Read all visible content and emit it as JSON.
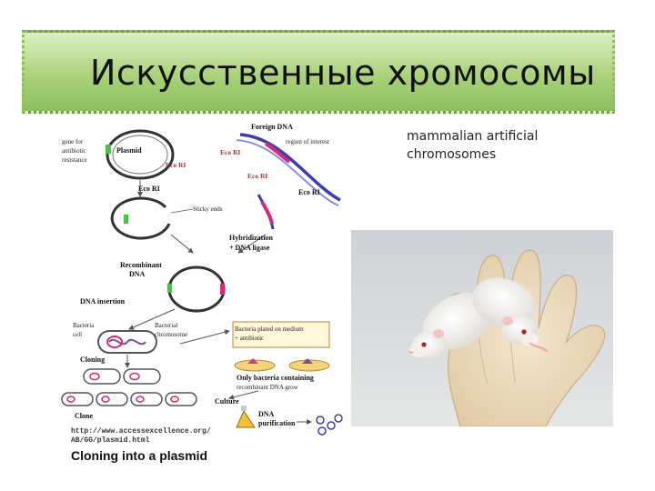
{
  "slide": {
    "title": "Искусственные хромосомы"
  },
  "caption": {
    "line1": "mammalian artificial",
    "line2": "chromosomes"
  },
  "diagram": {
    "heading": "Cloning into a plasmid",
    "url_line1": "http://www.accessexcellence.org/",
    "url_line2": "AB/GG/plasmid.html",
    "labels": {
      "gene_for": "gene for",
      "antibiotic": "antibiotic",
      "resistance": "resistance",
      "plasmid": "Plasmid",
      "foreign_dna": "Foreign DNA",
      "region_of_interest": "region of interest",
      "eco_ri": "Eco RI",
      "sticky_ends": "Sticky ends",
      "hybridization": "Hybridization",
      "dna_ligase": "+ DNA ligase",
      "recombinant": "Recombinant",
      "dna": "DNA",
      "dna_insertion": "DNA insertion",
      "bacteria": "Bacteria",
      "cell": "cell",
      "bacterial": "Bacterial",
      "chromosome": "chromosome",
      "plated_line1": "Bacteria plated on medium",
      "plated_line2": "+ antibiotic",
      "cloning": "Cloning",
      "only_line1": "Only bacteria containing",
      "only_line2": "recombinant DNA grow",
      "culture": "Culture",
      "clone": "Clone",
      "purification": "purification"
    }
  },
  "colors": {
    "banner_top": "#dcefc4",
    "banner_bottom": "#8cc05c",
    "banner_border": "#6fa33a",
    "eco_ri_label": "#d42020",
    "dna_strand_blue": "#3a3fb0",
    "dna_insert_pink": "#d8287a",
    "antibiotic_gene_green": "#4cc24a"
  }
}
